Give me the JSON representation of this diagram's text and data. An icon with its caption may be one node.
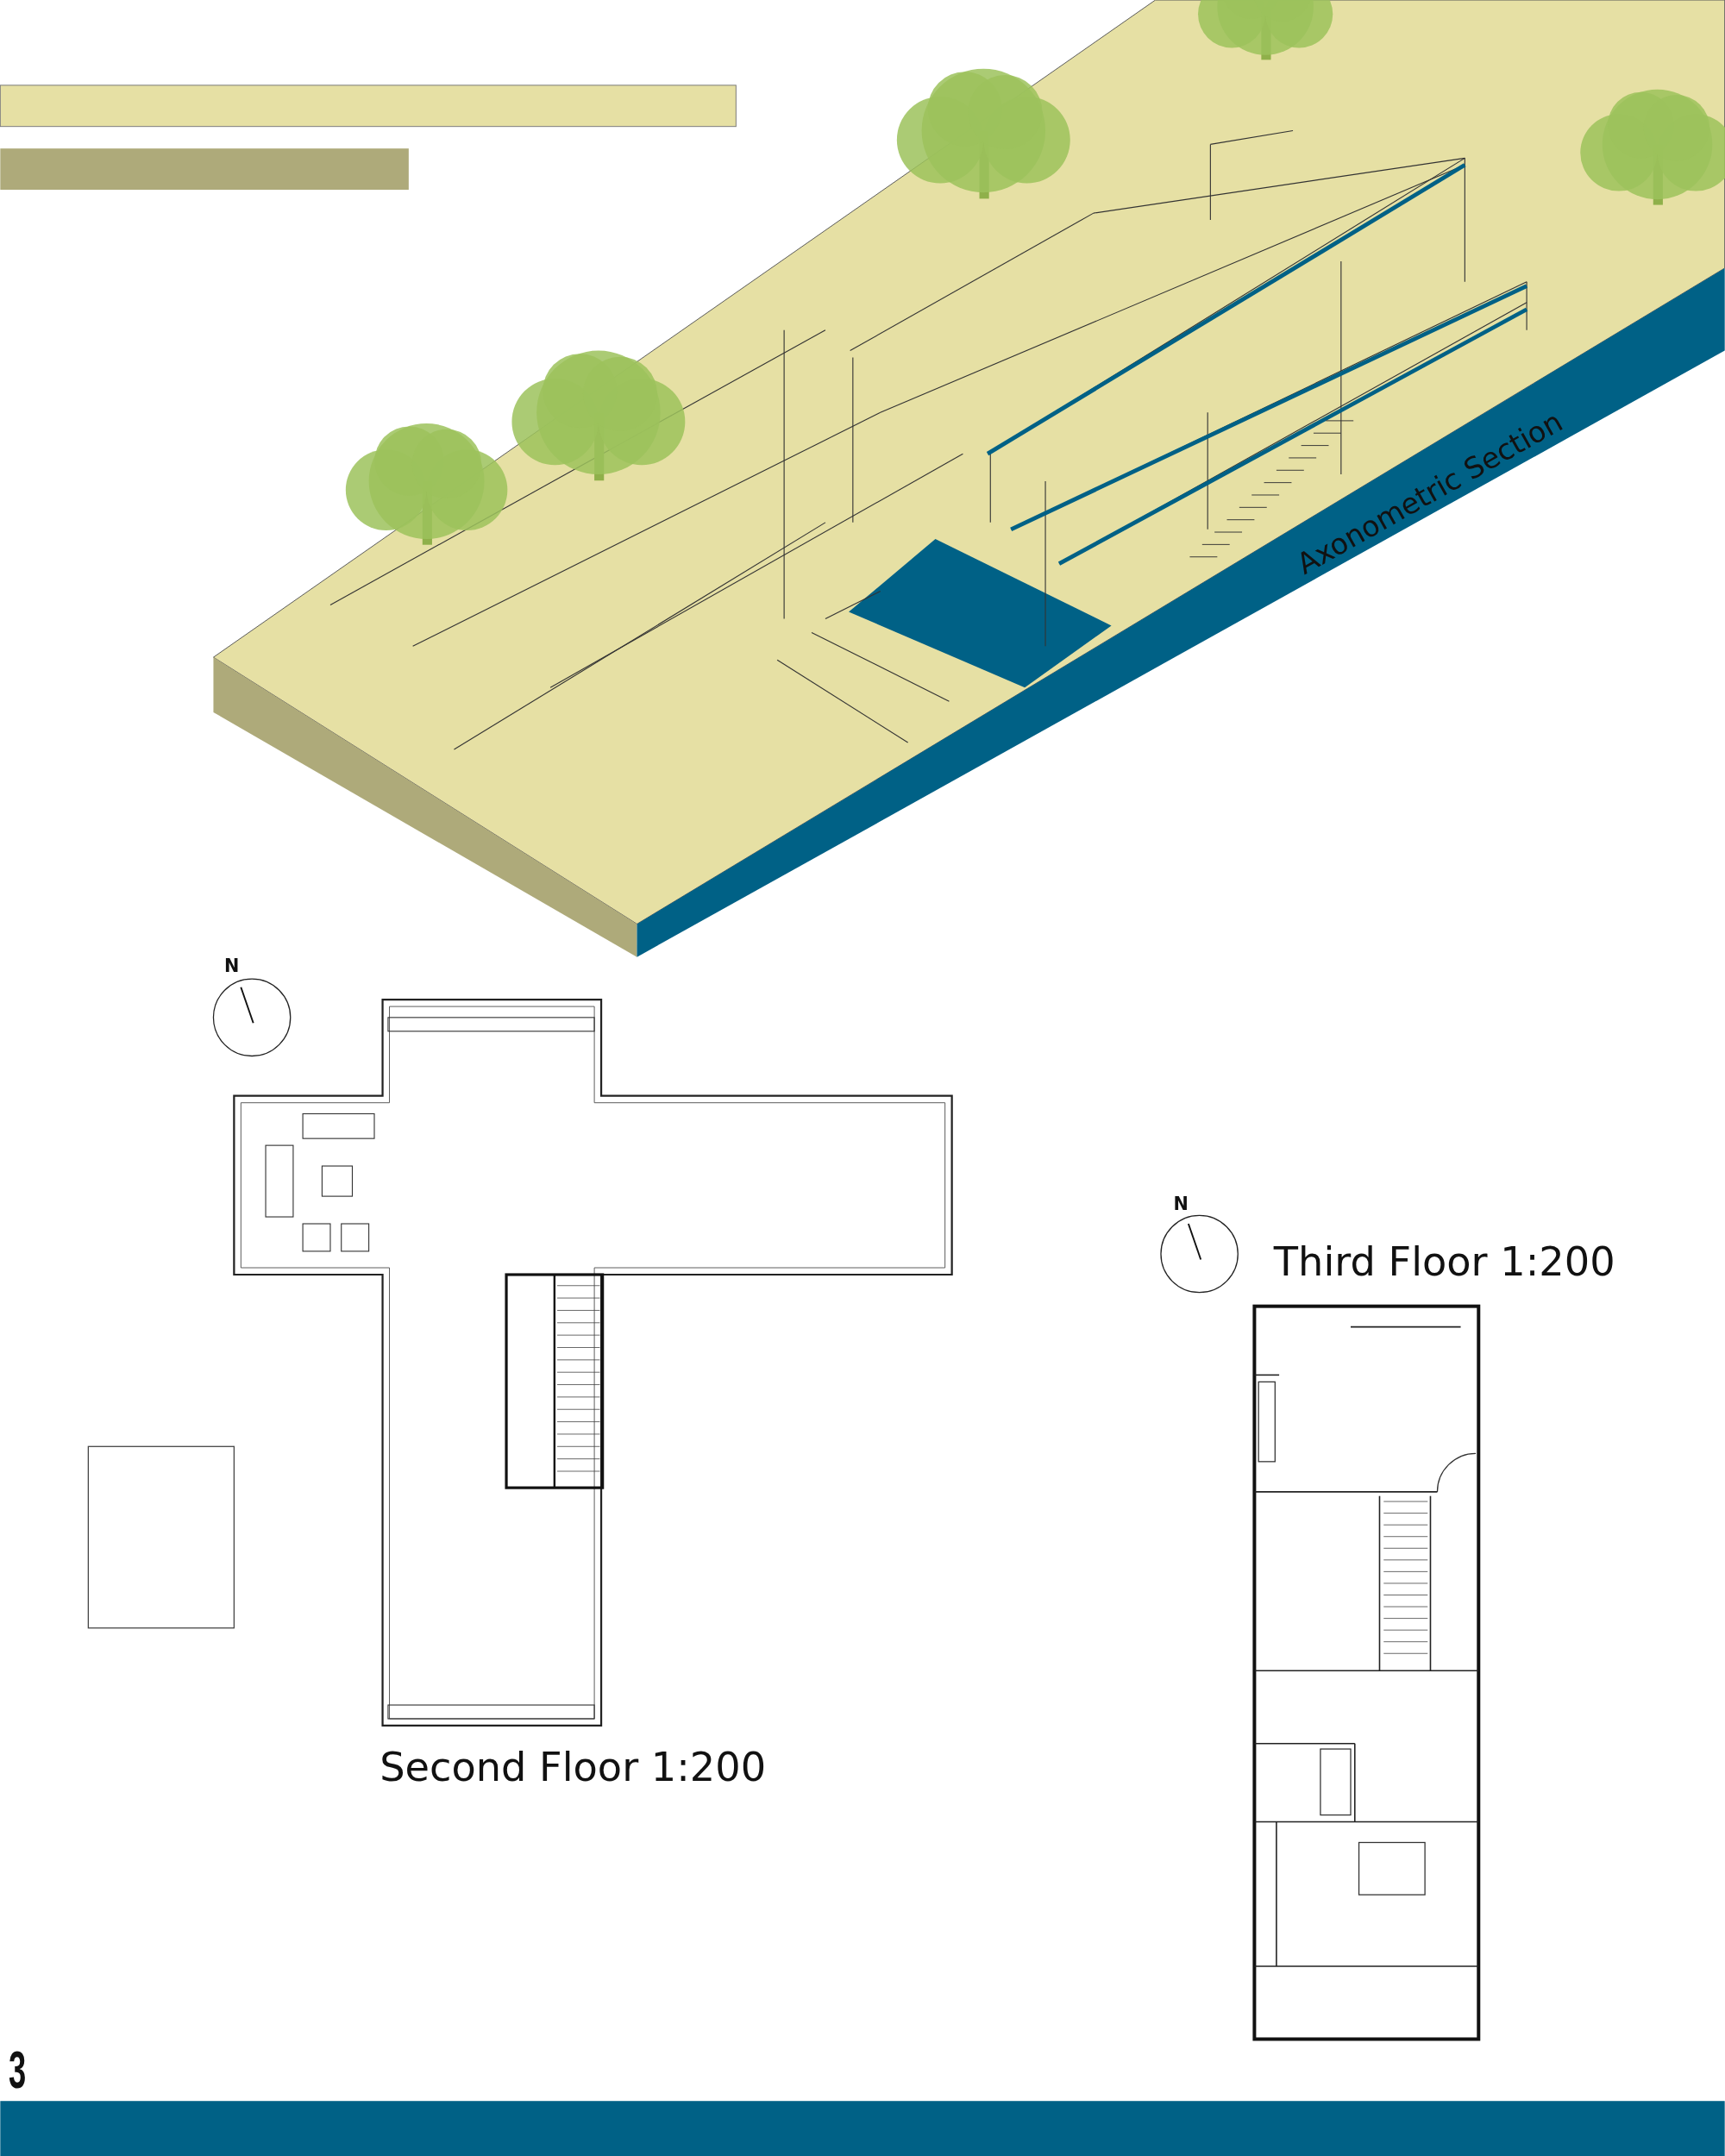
{
  "diagram": {
    "labels": [
      "Axonometric Section",
      "N",
      "N",
      "Third Floor 1:200",
      "Second Floor 1:200",
      "3"
    ]
  }
}
